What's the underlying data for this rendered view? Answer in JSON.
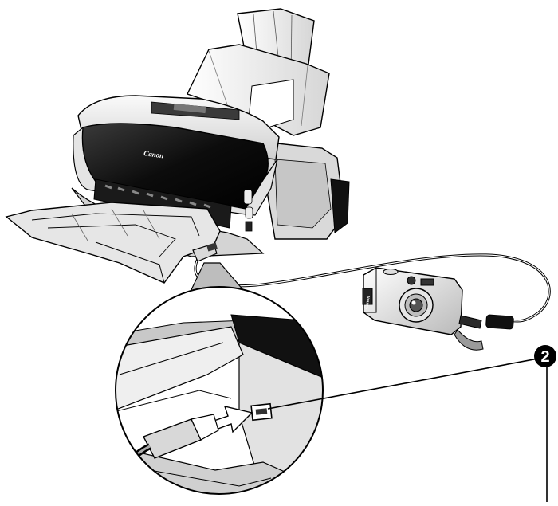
{
  "figure": {
    "type": "illustration",
    "subject": "printer-to-camera-connection"
  },
  "printer": {
    "brand_label": "Canon"
  },
  "camera": {
    "brand_label": "Canon"
  },
  "callout": {
    "number": "2"
  },
  "colors": {
    "line": "#000000",
    "printer_body": "#eeeeee",
    "printer_dark": "#111111",
    "shade": "#bdbdbd",
    "arrow": "#ffffff",
    "callout_badge": "#000000"
  }
}
